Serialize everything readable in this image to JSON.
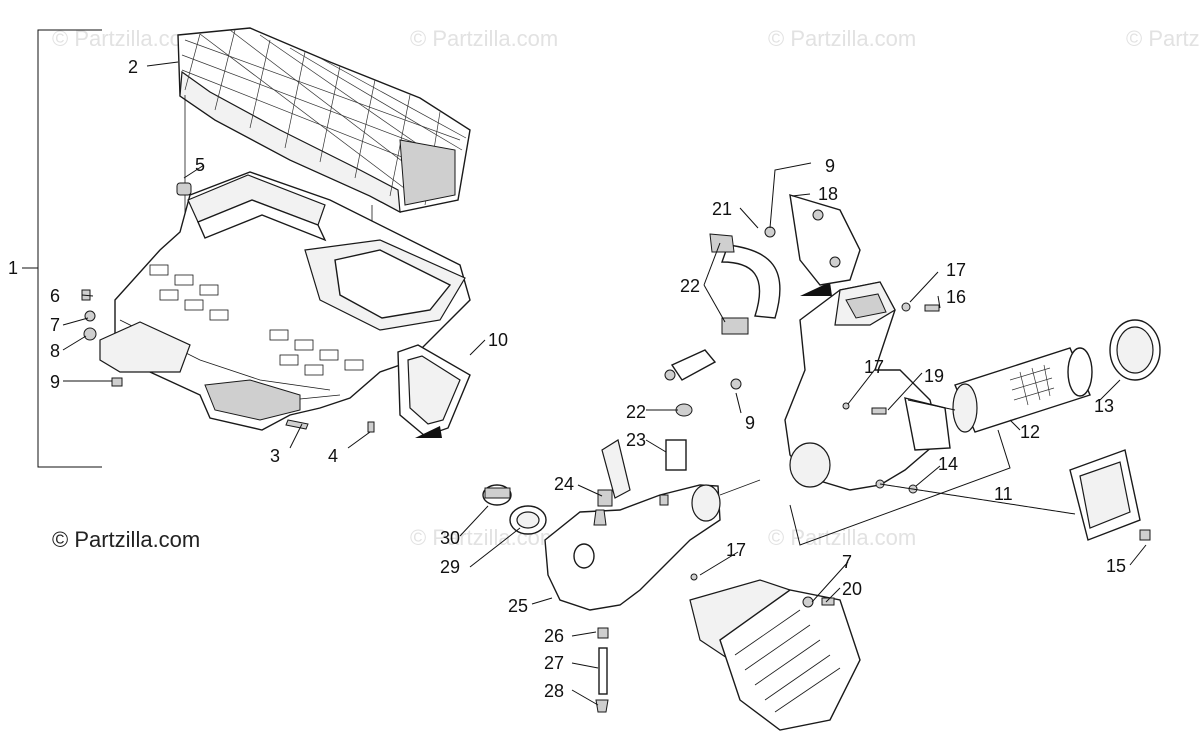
{
  "watermark_text": "© Partzilla.com",
  "logo": {
    "text": "© Partzilla.com"
  },
  "callouts": {
    "c1": "1",
    "c2": "2",
    "c3": "3",
    "c4": "4",
    "c5": "5",
    "c6": "6",
    "c7a": "7",
    "c7b": "7",
    "c8": "8",
    "c9a": "9",
    "c9b": "9",
    "c9c": "9",
    "c10": "10",
    "c11": "11",
    "c12": "12",
    "c13": "13",
    "c14": "14",
    "c15": "15",
    "c16": "16",
    "c17a": "17",
    "c17b": "17",
    "c17c": "17",
    "c18": "18",
    "c19": "19",
    "c20": "20",
    "c21": "21",
    "c22a": "22",
    "c22b": "22",
    "c23": "23",
    "c24": "24",
    "c25": "25",
    "c26": "26",
    "c27": "27",
    "c28": "28",
    "c29": "29",
    "c30": "30"
  }
}
